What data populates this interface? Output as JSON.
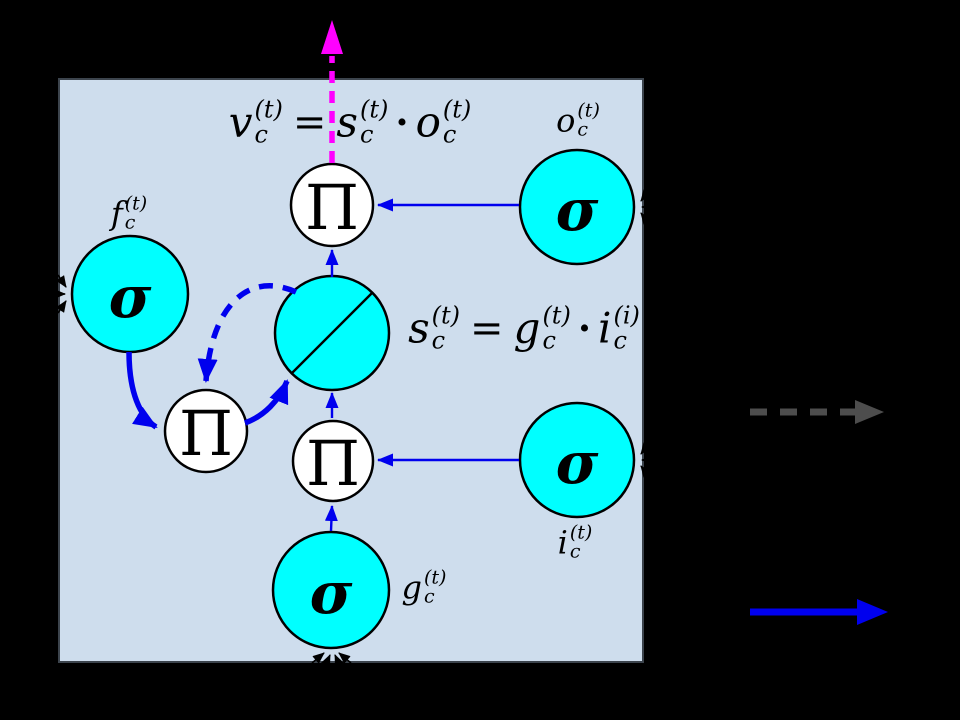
{
  "title": "lstm-memory-cell-diagram",
  "colors": {
    "page_background": "#000000",
    "cell_background": "#cedded",
    "cell_border": "#3c444d",
    "gate_fill": "#00ffff",
    "product_fill": "#ffffff",
    "node_stroke": "#000000",
    "blue_edge": "#0000ee",
    "magenta_output": "#ff00ff",
    "legend_gray": "#4d4d4d"
  },
  "cell": {
    "gates": {
      "forget": {
        "symbol": "σ",
        "label": {
          "base": "f",
          "sup": "(t)",
          "sub": "c"
        }
      },
      "output": {
        "symbol": "σ",
        "label": {
          "base": "o",
          "sup": "(t)",
          "sub": "c"
        }
      },
      "input": {
        "symbol": "σ",
        "label": {
          "base": "i",
          "sup": "(t)",
          "sub": "c"
        }
      },
      "g": {
        "symbol": "σ",
        "label": {
          "base": "g",
          "sup": "(t)",
          "sub": "c"
        }
      }
    },
    "products": {
      "top": "Π",
      "left": "Π",
      "bottom": "Π"
    },
    "formulas": {
      "output_formula": {
        "lhs": {
          "base": "v",
          "sup": "(t)",
          "sub": "c"
        },
        "equals": "=",
        "term1": {
          "base": "s",
          "sup": "(t)",
          "sub": "c"
        },
        "dot": "·",
        "term2": {
          "base": "o",
          "sup": "(t)",
          "sub": "c"
        }
      },
      "state_formula": {
        "lhs": {
          "base": "s",
          "sup": "(t)",
          "sub": "c"
        },
        "equals": "=",
        "term1": {
          "base": "g",
          "sup": "(t)",
          "sub": "c"
        },
        "dot": "·",
        "term2": {
          "base": "i",
          "sup": "(i)",
          "sub": "c"
        }
      }
    }
  },
  "legend": {
    "dashed_item": "dashed-gray-arrow",
    "solid_item": "solid-blue-arrow"
  }
}
